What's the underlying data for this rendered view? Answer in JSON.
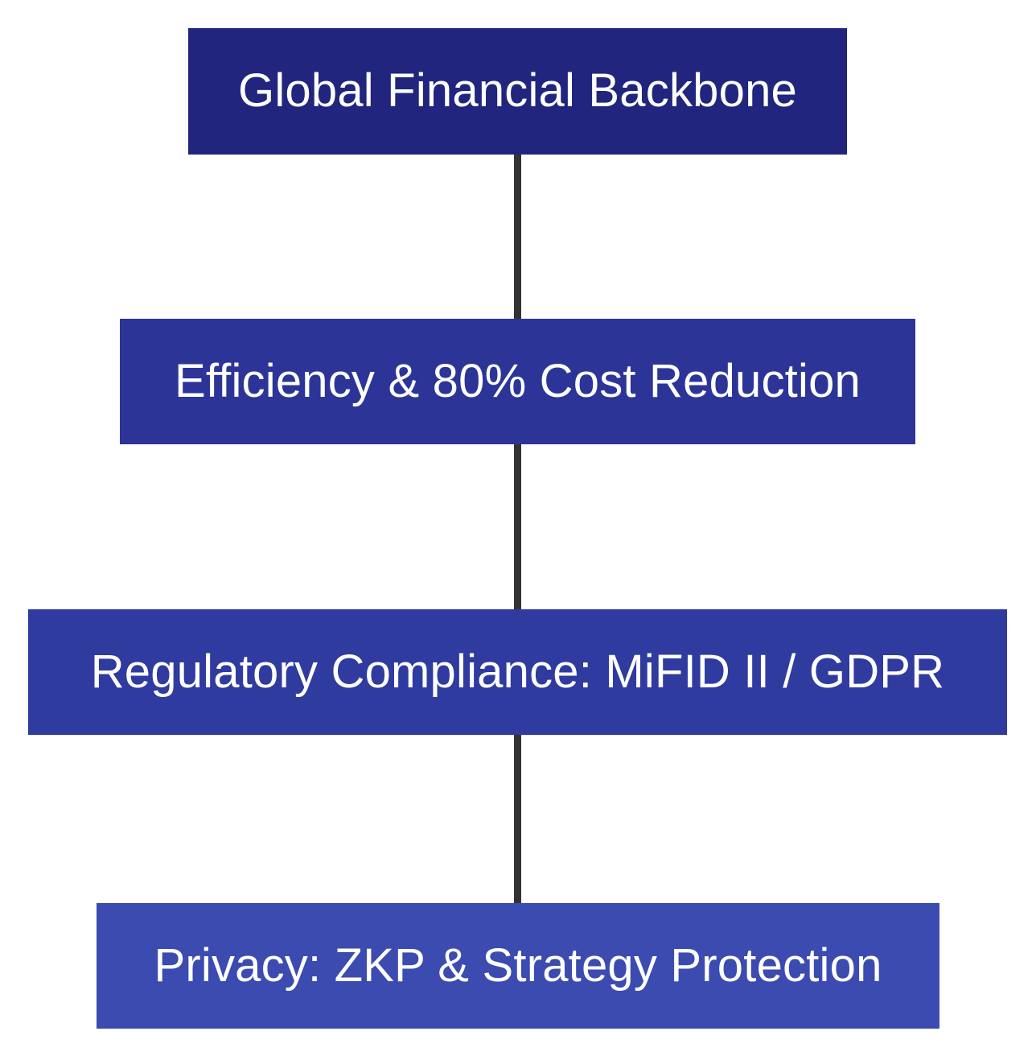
{
  "diagram": {
    "type": "flowchart",
    "orientation": "top-to-bottom",
    "background_color": "#ffffff",
    "edge_color": "#333333",
    "nodes": [
      {
        "id": "node-1",
        "label": "Global Financial Backbone",
        "fill_color": "#21257e",
        "text_color": "#ffffff"
      },
      {
        "id": "node-2",
        "label": "Efficiency & 80% Cost Reduction",
        "fill_color": "#2c3597",
        "text_color": "#ffffff"
      },
      {
        "id": "node-3",
        "label": "Regulatory Compliance: MiFID II / GDPR",
        "fill_color": "#2f3b9f",
        "text_color": "#ffffff"
      },
      {
        "id": "node-4",
        "label": "Privacy: ZKP & Strategy Protection",
        "fill_color": "#3c4bb0",
        "text_color": "#ffffff"
      }
    ],
    "edges": [
      {
        "id": "edge-1",
        "from": "node-1",
        "to": "node-2",
        "label": ""
      },
      {
        "id": "edge-2",
        "from": "node-2",
        "to": "node-3",
        "label": ""
      },
      {
        "id": "edge-3",
        "from": "node-3",
        "to": "node-4",
        "label": ""
      }
    ]
  }
}
